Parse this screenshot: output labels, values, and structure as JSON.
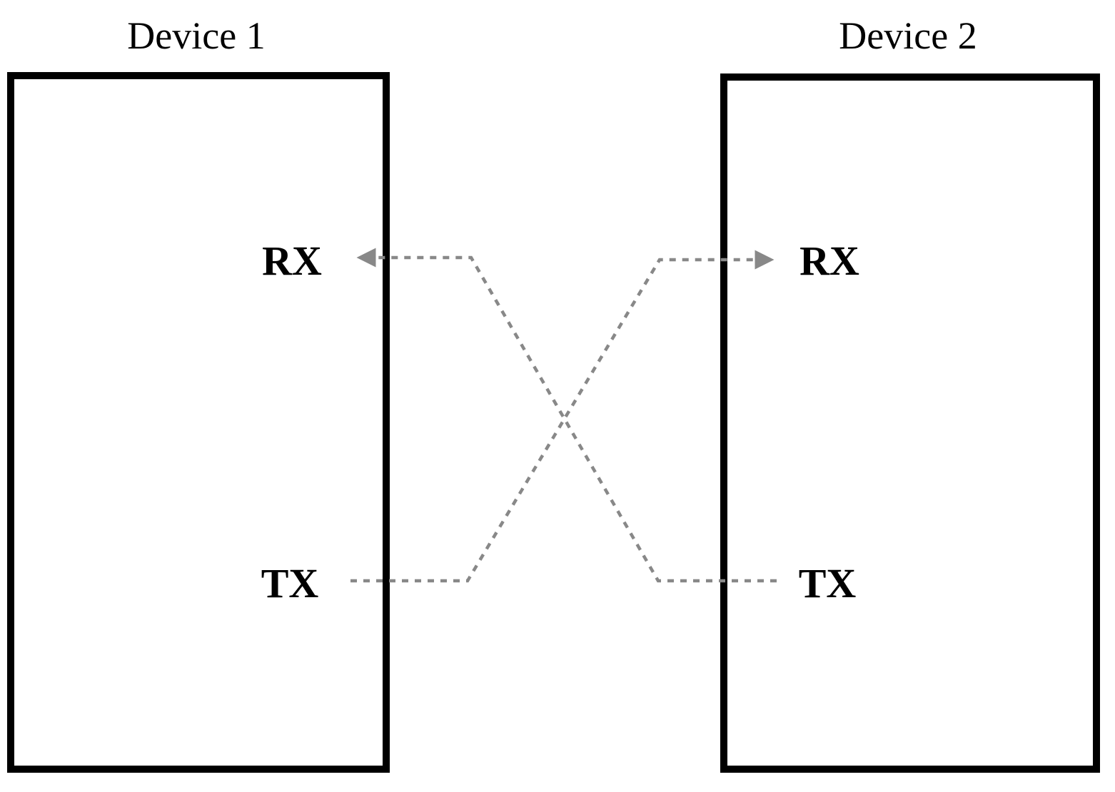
{
  "devices": [
    {
      "title": "Device 1",
      "rx_label": "RX",
      "tx_label": "TX"
    },
    {
      "title": "Device 2",
      "rx_label": "RX",
      "tx_label": "TX"
    }
  ],
  "connections": [
    {
      "from": "Device 2 TX",
      "to": "Device 1 RX",
      "style": "dashed",
      "arrow": "end"
    },
    {
      "from": "Device 1 TX",
      "to": "Device 2 RX",
      "style": "dashed",
      "arrow": "end"
    }
  ],
  "colors": {
    "box_stroke": "#000000",
    "wire": "#888888",
    "text": "#000000"
  }
}
